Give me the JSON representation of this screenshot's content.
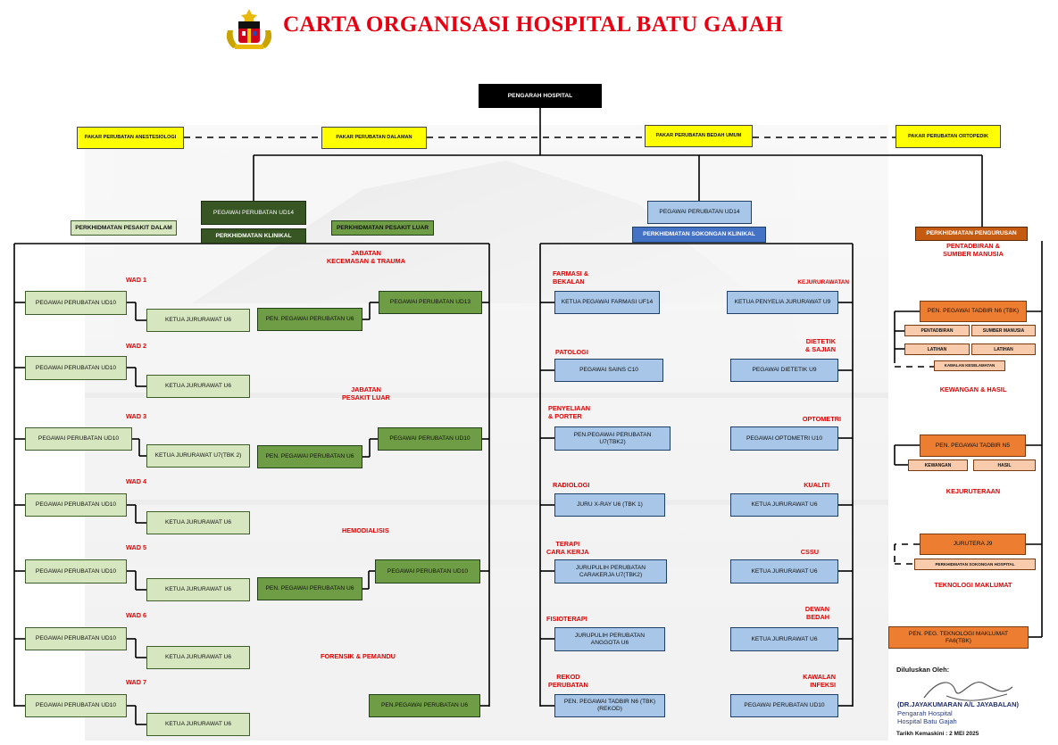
{
  "title": "CARTA ORGANISASI HOSPITAL BATU GAJAH",
  "director": "PENGARAH HOSPITAL",
  "specialists": {
    "anaesthesiology": "PAKAR PERUBATAN ANESTESIOLOGI",
    "internal_medicine": "PAKAR PERUBATAN DALAMAN",
    "general_surgery": "PAKAR PERUBATAN BEDAH UMUM",
    "orthopaedic": "PAKAR PERUBATAN ORTOPEDIK"
  },
  "clinical": {
    "head": "PEGAWAI PERUBATAN UD14",
    "header": "PERKHIDMATAN KLINIKAL",
    "inpatient_header": "PERKHIDMATAN PESAKIT DALAM",
    "outpatient_header": "PERKHIDMATAN PESAKIT LUAR",
    "wards": [
      {
        "label": "WAD 1",
        "officer": "PEGAWAI PERUBATAN UD10",
        "nurse": "KETUA JURURAWAT U6"
      },
      {
        "label": "WAD 2",
        "officer": "PEGAWAI PERUBATAN UD10",
        "nurse": "KETUA JURURAWAT U6"
      },
      {
        "label": "WAD 3",
        "officer": "PEGAWAI PERUBATAN UD10",
        "nurse": "KETUA JURURAWAT U7(TBK 2)"
      },
      {
        "label": "WAD 4",
        "officer": "PEGAWAI PERUBATAN UD10",
        "nurse": "KETUA JURURAWAT U6"
      },
      {
        "label": "WAD 5",
        "officer": "PEGAWAI PERUBATAN UD10",
        "nurse": "KETUA JURURAWAT U6"
      },
      {
        "label": "WAD 6",
        "officer": "PEGAWAI PERUBATAN UD10",
        "nurse": "KETUA JURURAWAT U6"
      },
      {
        "label": "WAD 7",
        "officer": "PEGAWAI PERUBATAN UD10",
        "nurse": "KETUA JURURAWAT U6"
      }
    ],
    "emergency": {
      "label": "JABATAN\nKECEMASAN & TRAUMA",
      "head": "PEGAWAI PERUBATAN UD13",
      "assistant": "PEN. PEGAWAI PERUBATAN U6"
    },
    "outpatient": {
      "label": "JABATAN\nPESAKIT LUAR",
      "head": "PEGAWAI PERUBATAN UD10",
      "assistant": "PEN. PEGAWAI PERUBATAN U6"
    },
    "dialysis": {
      "label": "HEMODIALISIS",
      "head": "PEGAWAI PERUBATAN UD10",
      "assistant": "PEN. PEGAWAI PERUBATAN U6"
    },
    "forensic": {
      "label": "FORENSIK & PEMANDU",
      "head": "PEN.PEGAWAI PERUBATAN U6"
    }
  },
  "support": {
    "head": "PEGAWAI PERUBATAN UD14",
    "header": "PERKHIDMATAN SOKONGAN KLINIKAL",
    "left": [
      {
        "label": "FARMASI &\nBEKALAN",
        "box": "KETUA PEGAWAI FARMASI UF14"
      },
      {
        "label": "PATOLOGI",
        "box": "PEGAWAI SAINS C10"
      },
      {
        "label": "PENYELIAAN\n& PORTER",
        "box": "PEN.PEGAWAI PERUBATAN\nU7(TBK2)"
      },
      {
        "label": "RADIOLOGI",
        "box": "JURU X-RAY U6 (TBK 1)"
      },
      {
        "label": "TERAPI\nCARA KERJA",
        "box": "JURUPULIH PERUBATAN\nCARAKERJA U7(TBK2)"
      },
      {
        "label": "FISIOTERAPI",
        "box": "JURUPULIH PERUBATAN\nANGGOTA U6"
      },
      {
        "label": "REKOD\nPERUBATAN",
        "box": "PEN. PEGAWAI TADBIR N6 (TBK)\n(REKOD)"
      }
    ],
    "right": [
      {
        "label": "KEJURURAWATAN",
        "box": "KETUA PENYELIA JURURAWAT U9"
      },
      {
        "label": "DIETETIK\n& SAJIAN",
        "box": "PEGAWAI DIETETIK U9"
      },
      {
        "label": "OPTOMETRI",
        "box": "PEGAWAI OPTOMETRI U10"
      },
      {
        "label": "KUALITI",
        "box": "KETUA JURURAWAT U6"
      },
      {
        "label": "CSSU",
        "box": "KETUA JURURAWAT U6"
      },
      {
        "label": "DEWAN\nBEDAH",
        "box": "KETUA JURURAWAT U6"
      },
      {
        "label": "KAWALAN\nINFEKSI",
        "box": "PEGAWAI PERUBATAN UD10"
      }
    ]
  },
  "management": {
    "header": "PERKHIDMATAN PENGURUSAN",
    "admin_label": "PENTADBIRAN &\nSUMBER MANUSIA",
    "admin_head": "PEN. PEGAWAI TADBIR N6 (TBK)",
    "admin_units": [
      "PENTADBIRAN",
      "SUMBER MANUSIA",
      "LATIHAN",
      "LATIHAN",
      "KAWALAN KESELAMATAN"
    ],
    "finance_label": "KEWANGAN & HASIL",
    "finance_head": "PEN. PEGAWAI TADBIR N5",
    "finance_units": [
      "KEWANGAN",
      "HASIL"
    ],
    "engineering_label": "KEJURUTERAAN",
    "engineering_head": "JURUTERA J9",
    "engineering_unit": "PERKHIDMATAN SOKONGAN HOSPITAL",
    "it_label": "TEKNOLOGI MAKLUMAT",
    "it_head": "PEN. PEG. TEKNOLOGI MAKLUMAT\nFA6(TBK)"
  },
  "approval": {
    "heading": "Diluluskan Oleh:",
    "name": "(DR.JAYAKUMARAN A/L JAYABALAN)",
    "position": "Pengarah Hospital",
    "place": "Hospital Batu Gajah",
    "updated": "Tarikh Kemaskini : 2 MEI 2025"
  }
}
